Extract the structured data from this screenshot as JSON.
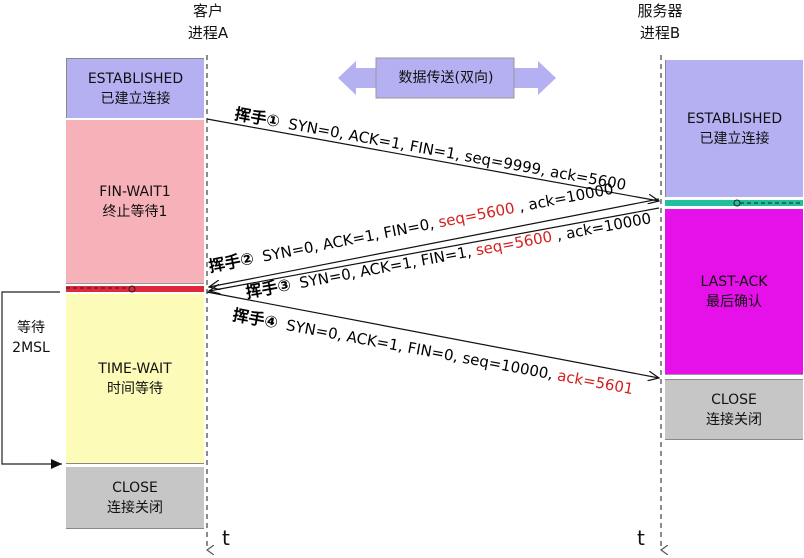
{
  "client": {
    "name_line1": "客户",
    "name_line2": "进程A",
    "time_label": "t"
  },
  "server": {
    "name_line1": "服务器",
    "name_line2": "进程B",
    "time_label": "t"
  },
  "data_transfer": {
    "label": "数据传送(双向)"
  },
  "client_states": [
    {
      "en": "ESTABLISHED",
      "zh": "已建立连接",
      "color": "#b4b0f2"
    },
    {
      "en": "FIN-WAIT1",
      "zh": "终止等待1",
      "color": "#f6b2b8"
    },
    {
      "en": "TIME-WAIT",
      "zh": "时间等待",
      "color": "#fdfbb8"
    },
    {
      "en": "CLOSE",
      "zh": "连接关闭",
      "color": "#c6c6c6"
    }
  ],
  "server_states": [
    {
      "en": "ESTABLISHED",
      "zh": "已建立连接",
      "color": "#b4b0f2"
    },
    {
      "en": "LAST-ACK",
      "zh": "最后确认",
      "color": "#e511e8"
    },
    {
      "en": "CLOSE",
      "zh": "连接关闭",
      "color": "#c6c6c6"
    }
  ],
  "wait_2msl": {
    "line1": "等待",
    "line2": "2MSL"
  },
  "handshakes": [
    {
      "label": "挥手①",
      "parts": [
        {
          "text": "SYN=0, ACK=1, FIN=1, seq=9999, ack=5600",
          "highlight": false
        }
      ]
    },
    {
      "label": "挥手②",
      "parts": [
        {
          "text": "SYN=0, ACK=1, FIN=0, ",
          "highlight": false
        },
        {
          "text": "seq=5600",
          "highlight": true
        },
        {
          "text": ", ack=10000",
          "highlight": false
        }
      ]
    },
    {
      "label": "挥手③",
      "parts": [
        {
          "text": "SYN=0, ACK=1, FIN=1, ",
          "highlight": false
        },
        {
          "text": "seq=5600",
          "highlight": true
        },
        {
          "text": ", ack=10000",
          "highlight": false
        }
      ]
    },
    {
      "label": "挥手④",
      "parts": [
        {
          "text": "SYN=0, ACK=1, FIN=0, seq=10000, ",
          "highlight": false
        },
        {
          "text": "ack=5601",
          "highlight": true
        }
      ]
    }
  ],
  "colors": {
    "highlight_text": "#d42020",
    "client_transition_bar": "#e0283a",
    "server_transition_bar": "#1fbfa0",
    "arrow_head_fill": "#b4b0f2"
  }
}
